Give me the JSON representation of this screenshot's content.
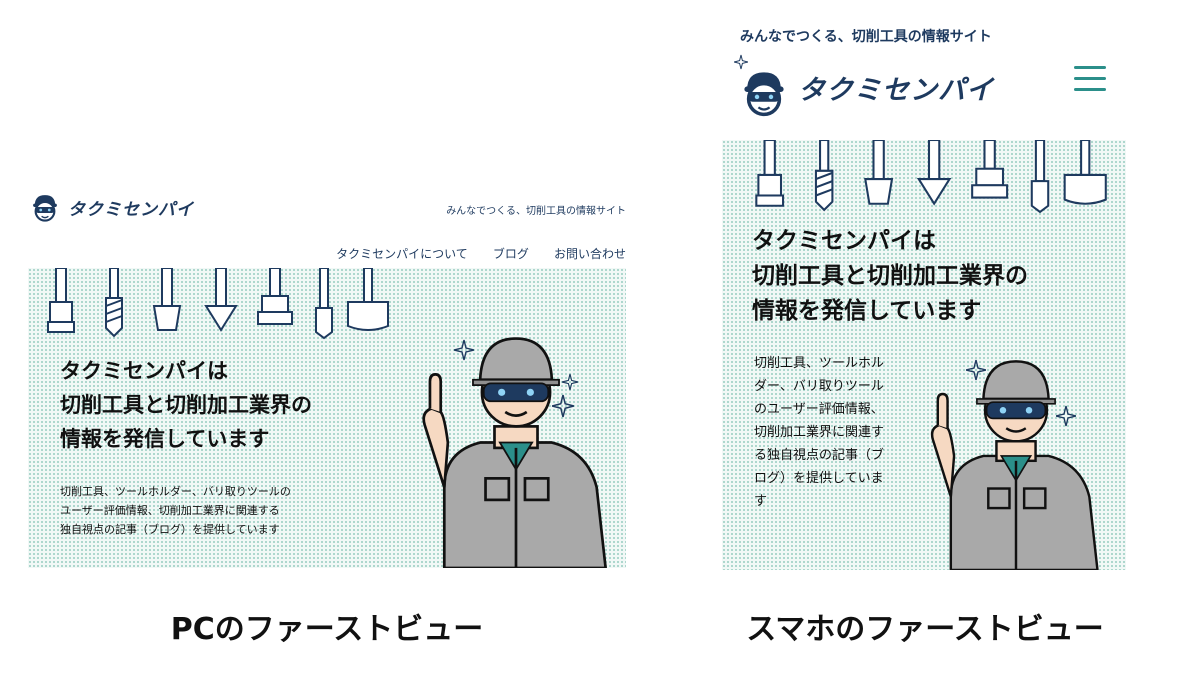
{
  "brand": {
    "name": "タクミセンパイ",
    "tagline": "みんなでつくる、切削工具の情報サイト"
  },
  "pc": {
    "nav": [
      "タクミセンパイについて",
      "ブログ",
      "お問い合わせ"
    ],
    "headline": [
      "タクミセンパイは",
      "切削工具と切削加工業界の",
      "情報を発信しています"
    ],
    "description": [
      "切削工具、ツールホルダー、バリ取りツールの",
      "ユーザー評価情報、切削加工業界に関連する",
      "独自視点の記事（ブログ）を提供しています"
    ],
    "caption": "PCのファーストビュー"
  },
  "sp": {
    "headline": [
      "タクミセンパイは",
      "切削工具と切削加工業界の",
      "情報を発信しています"
    ],
    "description": [
      "切削工具、ツールホル",
      "ダー、バリ取りツール",
      "のユーザー評価情報、",
      "切削加工業界に関連す",
      "る独自視点の記事（ブ",
      "ログ）を提供していま",
      "す"
    ],
    "caption": "スマホのファーストビュー"
  },
  "icons": [
    "mascot-logo-icon",
    "sparkle-icon",
    "menu-icon",
    "cutting-tool-icon",
    "worker-illustration-icon"
  ],
  "colors": {
    "navy": "#1e3a5f",
    "teal": "#2b8f8a",
    "dots": "#9ccfc3",
    "uniform": "#a9a9a9"
  }
}
